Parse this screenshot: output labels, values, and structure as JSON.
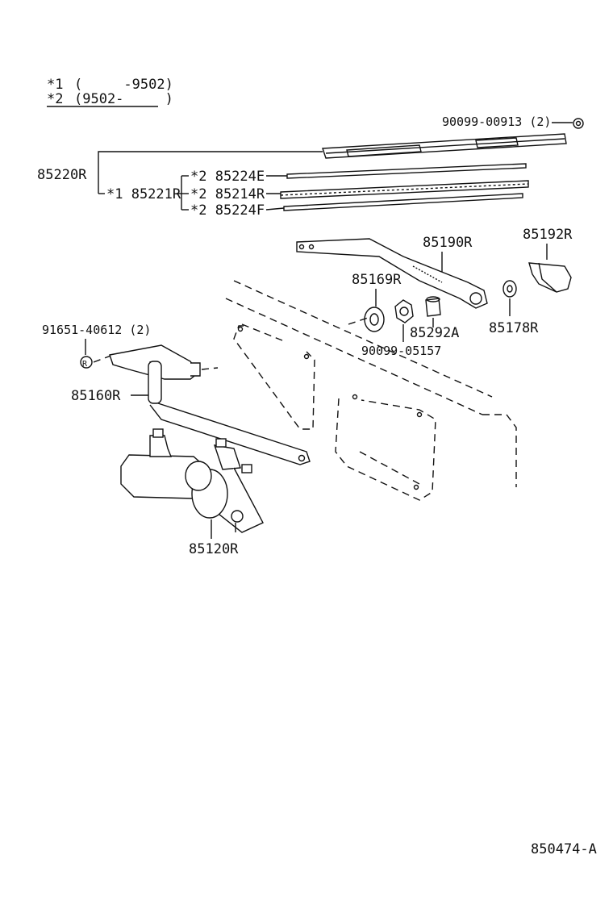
{
  "legend": {
    "note1_marker": "*1",
    "note1_text": "(     -9502)",
    "note2_marker": "*2",
    "note2_text": "(9502-     )"
  },
  "callouts": {
    "bolt_top": "90099-00913 (2)",
    "blade_assy": "85220R",
    "blade_sub": "*1 85221R",
    "rubber_e": "*2 85224E",
    "refill": "*2 85214R",
    "rubber_f": "*2 85224F",
    "arm": "85190R",
    "cover": "85192R",
    "bushing": "85169R",
    "nut": "90099-05157",
    "washer": "85292A",
    "cap": "85178R",
    "grommet_bolt": "91651-40612 (2)",
    "link_assy": "85160R",
    "motor": "85120R"
  },
  "diagram_code": "850474-A"
}
